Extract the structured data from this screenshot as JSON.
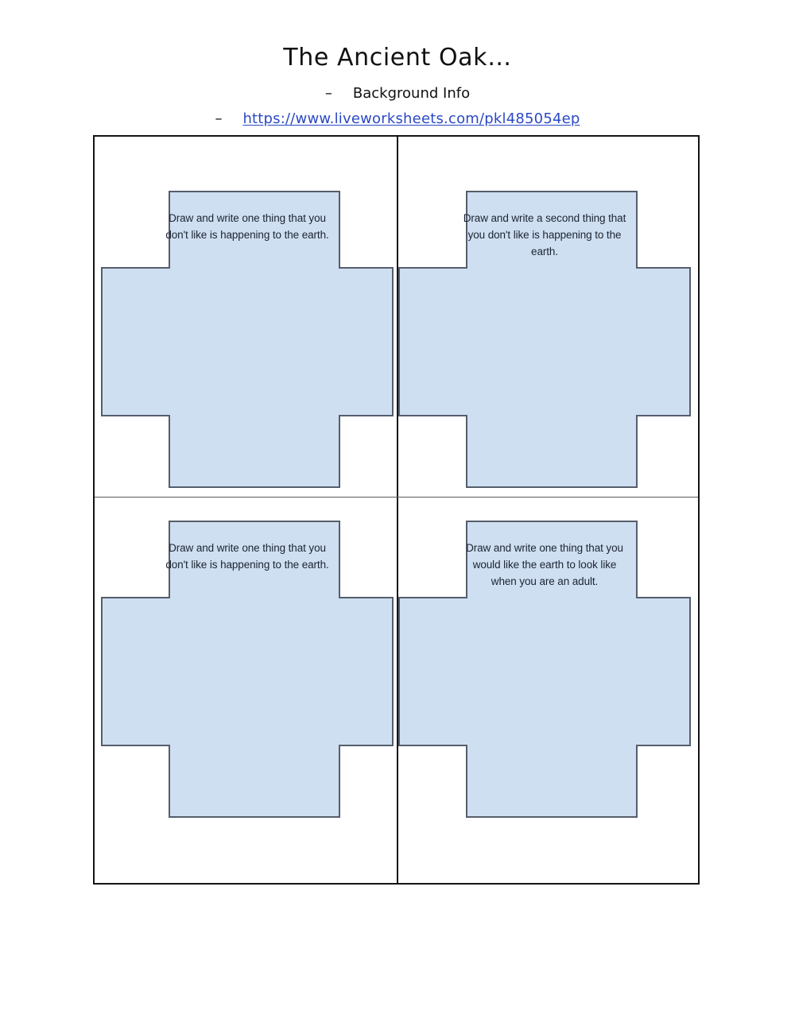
{
  "header": {
    "title": "The Ancient Oak…",
    "bullet": "–",
    "subtitle": "Background Info",
    "link_text": "https://www.liveworksheets.com/pkl485054ep",
    "link_color": "#2b49c4"
  },
  "worksheet": {
    "shape_fill": "#cfdff2",
    "shape_stroke": "#555e6b",
    "frame_stroke": "#141414",
    "quadrants": [
      {
        "id": "top-left",
        "prompt": "Draw and write one thing that you don't like is happening to the earth."
      },
      {
        "id": "top-right",
        "prompt": "Draw and write a second thing that you don't like is happening to the earth."
      },
      {
        "id": "bottom-left",
        "prompt": "Draw and write one thing that you don't like is happening to the earth."
      },
      {
        "id": "bottom-right",
        "prompt": "Draw and write one thing that you would like the earth to look like when you are an adult."
      }
    ]
  }
}
